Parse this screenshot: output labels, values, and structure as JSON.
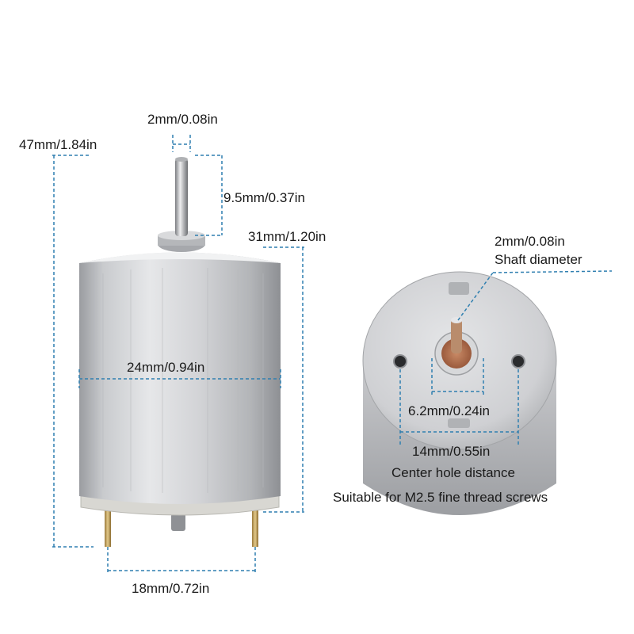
{
  "labels": {
    "shaft_diameter_top": "2mm/0.08in",
    "total_length": "47mm/1.84in",
    "shaft_length": "9.5mm/0.37in",
    "body_length": "31mm/1.20in",
    "body_diameter": "24mm/0.94in",
    "terminal_spacing": "18mm/0.72in",
    "shaft_diameter_end": "2mm/0.08in",
    "shaft_diameter_caption": "Shaft diameter",
    "bushing_diameter": "6.2mm/0.24in",
    "hole_distance": "14mm/0.55in",
    "hole_distance_caption": "Center hole distance",
    "screw_note": "Suitable for M2.5 fine thread screws"
  },
  "colors": {
    "dimension_line": "#2f7fb0",
    "background": "#ffffff"
  }
}
